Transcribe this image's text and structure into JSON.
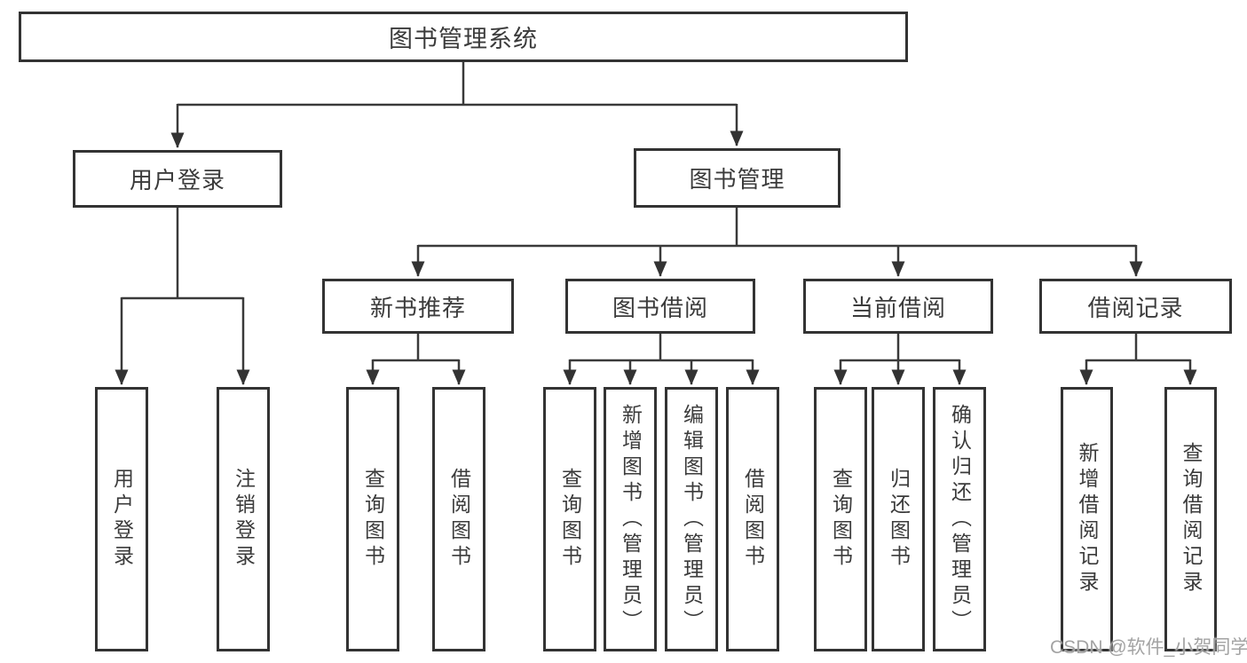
{
  "diagram": {
    "title": "图书管理系统",
    "branches": [
      {
        "label": "用户登录",
        "children": [
          {
            "label": "用户登录"
          },
          {
            "label": "注销登录"
          }
        ]
      },
      {
        "label": "图书管理",
        "children": [
          {
            "label": "新书推荐",
            "children": [
              {
                "label": "查询图书"
              },
              {
                "label": "借阅图书"
              }
            ]
          },
          {
            "label": "图书借阅",
            "children": [
              {
                "label": "查询图书"
              },
              {
                "label": "新增图书（管理员）"
              },
              {
                "label": "编辑图书（管理员）"
              },
              {
                "label": "借阅图书"
              }
            ]
          },
          {
            "label": "当前借阅",
            "children": [
              {
                "label": "查询图书"
              },
              {
                "label": "归还图书"
              },
              {
                "label": "确认归还（管理员）"
              }
            ]
          },
          {
            "label": "借阅记录",
            "children": [
              {
                "label": "新增借阅记录"
              },
              {
                "label": "查询借阅记录"
              }
            ]
          }
        ]
      }
    ]
  },
  "watermark": {
    "text": "CSDN @软件_小贺同学"
  },
  "colors": {
    "background": "#ffffff",
    "box_border": "#333333",
    "line": "#3a3a3a",
    "text": "#3b3b3b",
    "watermark": "#9e9e9e"
  }
}
